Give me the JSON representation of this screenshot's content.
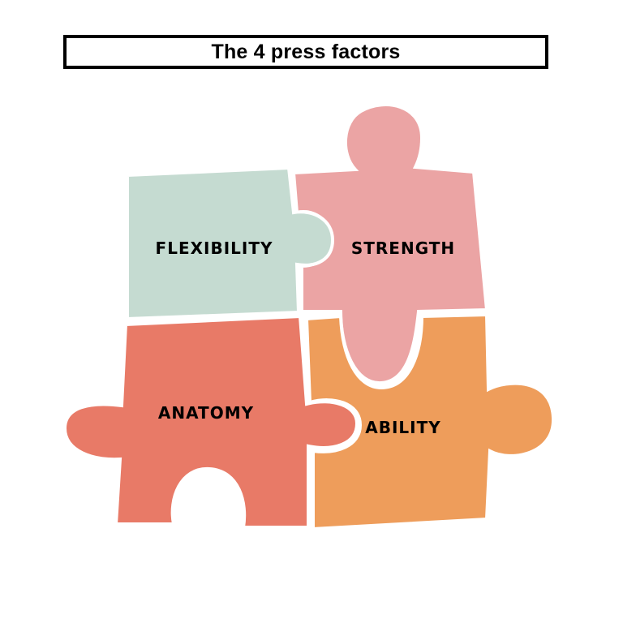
{
  "title": "The 4 press factors",
  "pieces": {
    "flexibility": {
      "label": "FLEXIBILITY",
      "color": "#c5dbd1"
    },
    "strength": {
      "label": "STRENGTH",
      "color": "#eba4a4"
    },
    "anatomy": {
      "label": "ANATOMY",
      "color": "#e87a67"
    },
    "ability": {
      "label": "ABILITY",
      "color": "#ee9d5b"
    }
  },
  "colors": {
    "title_border": "#000000",
    "background": "#ffffff",
    "text": "#000000"
  }
}
